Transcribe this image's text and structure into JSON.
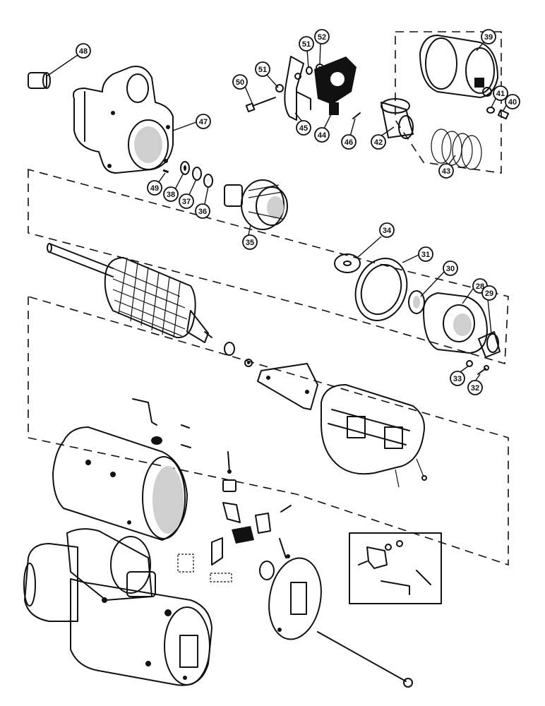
{
  "callouts": [
    {
      "label": "48"
    },
    {
      "label": "47"
    },
    {
      "label": "49"
    },
    {
      "label": "38"
    },
    {
      "label": "37"
    },
    {
      "label": "36"
    },
    {
      "label": "35"
    },
    {
      "label": "50"
    },
    {
      "label": "51"
    },
    {
      "label": "51"
    },
    {
      "label": "52"
    },
    {
      "label": "45"
    },
    {
      "label": "44"
    },
    {
      "label": "46"
    },
    {
      "label": "42"
    },
    {
      "label": "39"
    },
    {
      "label": "41"
    },
    {
      "label": "40"
    },
    {
      "label": "43"
    },
    {
      "label": "34"
    },
    {
      "label": "31"
    },
    {
      "label": "30"
    },
    {
      "label": "28"
    },
    {
      "label": "29"
    },
    {
      "label": "33"
    },
    {
      "label": "32"
    }
  ]
}
